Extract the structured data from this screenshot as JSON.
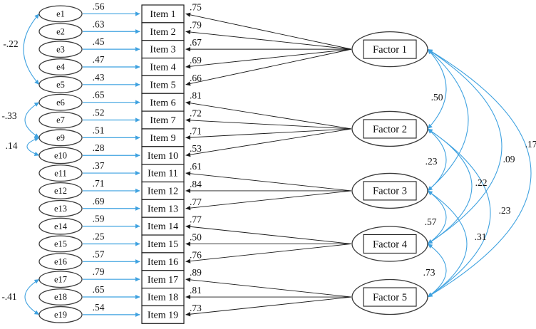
{
  "diagram": {
    "type": "confirmatory-factor-analysis-path-diagram",
    "colors": {
      "path_blue": "#3FA2E0",
      "path_black": "#1a1a1a",
      "shape_stroke": "#3a3a3a",
      "background": "#ffffff"
    },
    "rows": [
      {
        "error": "e1",
        "error_variance": ".56",
        "item": "Item 1",
        "loading": ".75",
        "factor": "Factor 1"
      },
      {
        "error": "e2",
        "error_variance": ".63",
        "item": "Item 2",
        "loading": ".79",
        "factor": "Factor 1"
      },
      {
        "error": "e3",
        "error_variance": ".45",
        "item": "Item 3",
        "loading": ".67",
        "factor": "Factor 1"
      },
      {
        "error": "e4",
        "error_variance": ".47",
        "item": "Item 4",
        "loading": ".69",
        "factor": "Factor 1"
      },
      {
        "error": "e5",
        "error_variance": ".43",
        "item": "Item 5",
        "loading": ".66",
        "factor": "Factor 1"
      },
      {
        "error": "e6",
        "error_variance": ".65",
        "item": "Item 6",
        "loading": ".81",
        "factor": "Factor 2"
      },
      {
        "error": "e7",
        "error_variance": ".52",
        "item": "Item 7",
        "loading": ".72",
        "factor": "Factor 2"
      },
      {
        "error": "e9",
        "error_variance": ".51",
        "item": "Item 9",
        "loading": ".71",
        "factor": "Factor 2"
      },
      {
        "error": "e10",
        "error_variance": ".28",
        "item": "Item 10",
        "loading": ".53",
        "factor": "Factor 2"
      },
      {
        "error": "e11",
        "error_variance": ".37",
        "item": "Item 11",
        "loading": ".61",
        "factor": "Factor 3"
      },
      {
        "error": "e12",
        "error_variance": ".71",
        "item": "Item 12",
        "loading": ".84",
        "factor": "Factor 3"
      },
      {
        "error": "e13",
        "error_variance": ".69",
        "item": "Item 13",
        "loading": ".77",
        "factor": "Factor 3"
      },
      {
        "error": "e14",
        "error_variance": ".59",
        "item": "Item 14",
        "loading": ".77",
        "factor": "Factor 4"
      },
      {
        "error": "e15",
        "error_variance": ".25",
        "item": "Item 15",
        "loading": ".50",
        "factor": "Factor 4"
      },
      {
        "error": "e16",
        "error_variance": ".57",
        "item": "Item 16",
        "loading": ".76",
        "factor": "Factor 4"
      },
      {
        "error": "e17",
        "error_variance": ".79",
        "item": "Item 17",
        "loading": ".89",
        "factor": "Factor 5"
      },
      {
        "error": "e18",
        "error_variance": ".65",
        "item": "Item 18",
        "loading": ".81",
        "factor": "Factor 5"
      },
      {
        "error": "e19",
        "error_variance": ".54",
        "item": "Item 19",
        "loading": ".73",
        "factor": "Factor 5"
      }
    ],
    "factors": [
      {
        "label": "Factor 1",
        "rows": [
          0,
          1,
          2,
          3,
          4
        ]
      },
      {
        "label": "Factor 2",
        "rows": [
          5,
          6,
          7,
          8
        ]
      },
      {
        "label": "Factor 3",
        "rows": [
          9,
          10,
          11
        ]
      },
      {
        "label": "Factor 4",
        "rows": [
          12,
          13,
          14
        ]
      },
      {
        "label": "Factor 5",
        "rows": [
          15,
          16,
          17
        ]
      }
    ],
    "error_correlations": [
      {
        "between": [
          "e1",
          "e5"
        ],
        "value": "-.22"
      },
      {
        "between": [
          "e6",
          "e9"
        ],
        "value": "-.33"
      },
      {
        "between": [
          "e9",
          "e10"
        ],
        "value": ".14"
      },
      {
        "between": [
          "e17",
          "e19"
        ],
        "value": "-.41"
      }
    ],
    "factor_correlations": [
      {
        "between": [
          "Factor 1",
          "Factor 2"
        ],
        "value": ".50"
      },
      {
        "between": [
          "Factor 2",
          "Factor 3"
        ],
        "value": ".23"
      },
      {
        "between": [
          "Factor 3",
          "Factor 4"
        ],
        "value": ".57"
      },
      {
        "between": [
          "Factor 4",
          "Factor 5"
        ],
        "value": ".73"
      },
      {
        "between": [
          "Factor 1",
          "Factor 3"
        ],
        "value": ""
      },
      {
        "between": [
          "Factor 1",
          "Factor 4"
        ],
        "value": ".09"
      },
      {
        "between": [
          "Factor 1",
          "Factor 5"
        ],
        "value": ".17"
      },
      {
        "between": [
          "Factor 2",
          "Factor 4"
        ],
        "value": ".22"
      },
      {
        "between": [
          "Factor 2",
          "Factor 5"
        ],
        "value": ".23"
      },
      {
        "between": [
          "Factor 3",
          "Factor 5"
        ],
        "value": ".31"
      }
    ]
  }
}
